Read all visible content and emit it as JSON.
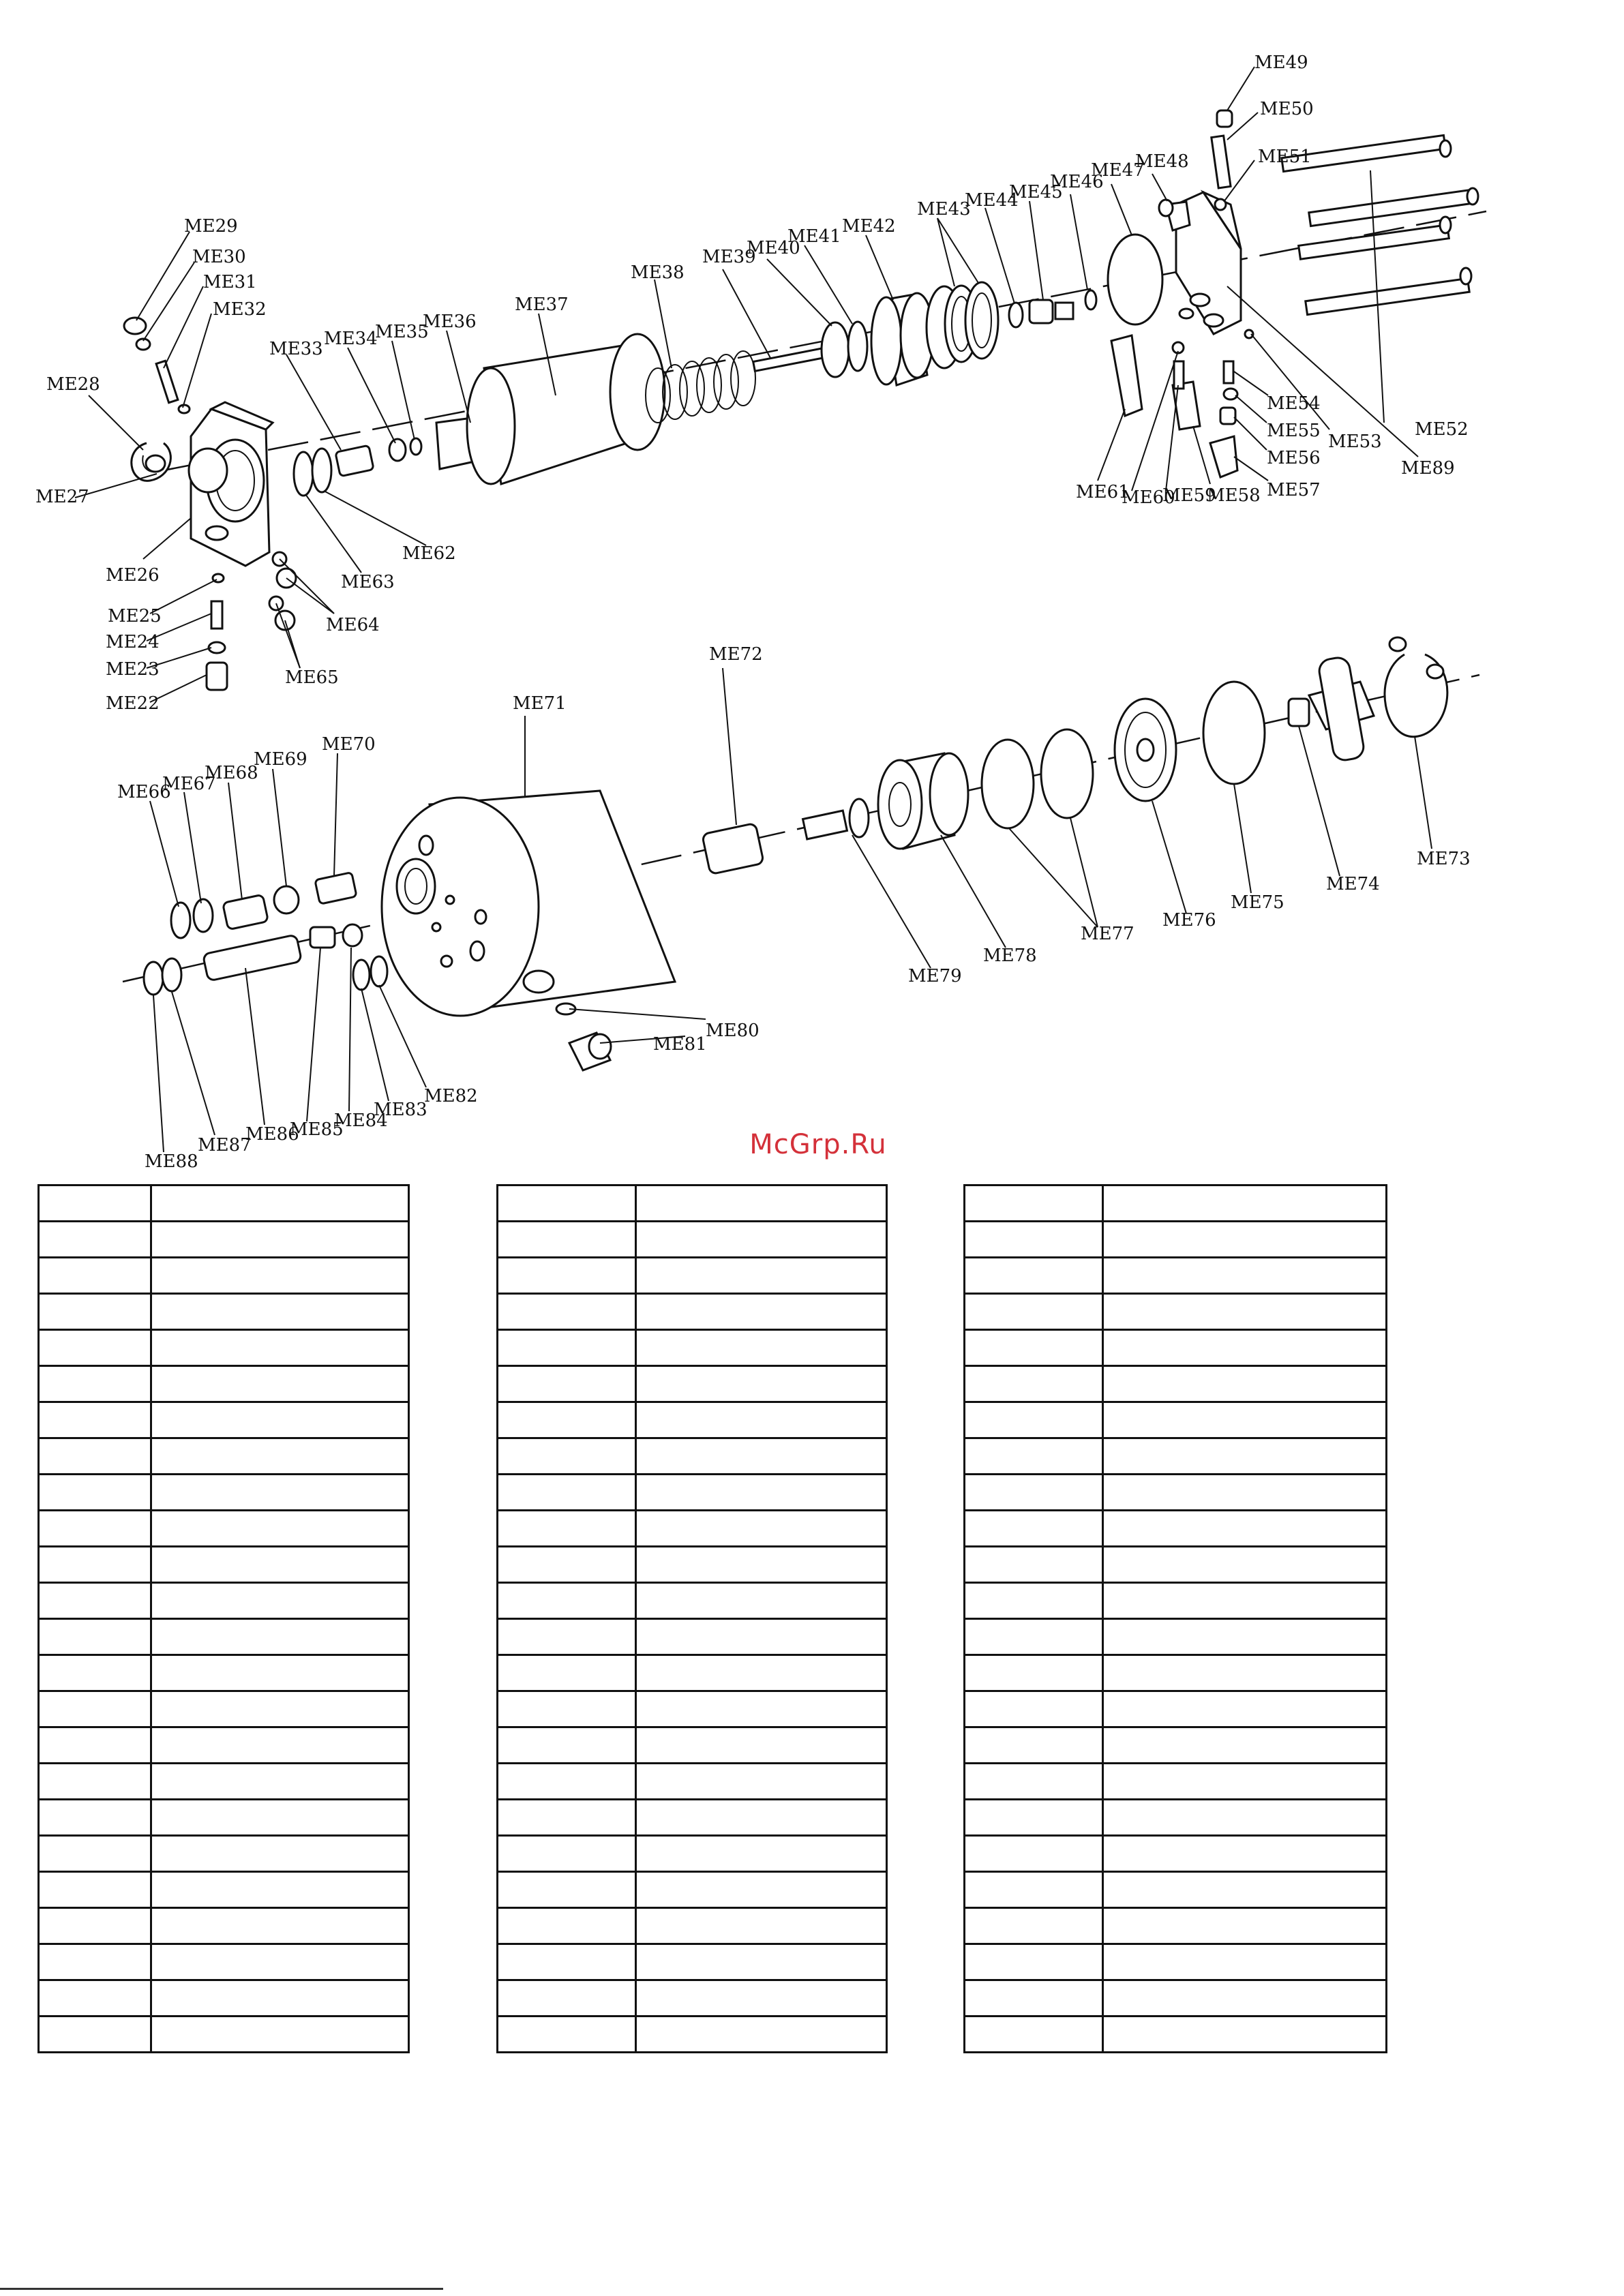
{
  "labels": {
    "ME22": "ME22",
    "ME23": "ME23",
    "ME24": "ME24",
    "ME25": "ME25",
    "ME26": "ME26",
    "ME27": "ME27",
    "ME28": "ME28",
    "ME29": "ME29",
    "ME30": "ME30",
    "ME31": "ME31",
    "ME32": "ME32",
    "ME33": "ME33",
    "ME34": "ME34",
    "ME35": "ME35",
    "ME36": "ME36",
    "ME37": "ME37",
    "ME38": "ME38",
    "ME39": "ME39",
    "ME40": "ME40",
    "ME41": "ME41",
    "ME42": "ME42",
    "ME43": "ME43",
    "ME44": "ME44",
    "ME45": "ME45",
    "ME46": "ME46",
    "ME47": "ME47",
    "ME48": "ME48",
    "ME49": "ME49",
    "ME50": "ME50",
    "ME51": "ME51",
    "ME52": "ME52",
    "ME53": "ME53",
    "ME54": "ME54",
    "ME55": "ME55",
    "ME56": "ME56",
    "ME57": "ME57",
    "ME58": "ME58",
    "ME59": "ME59",
    "ME60": "ME60",
    "ME61": "ME61",
    "ME62": "ME62",
    "ME63": "ME63",
    "ME64": "ME64",
    "ME65": "ME65",
    "ME66": "ME66",
    "ME67": "ME67",
    "ME68": "ME68",
    "ME69": "ME69",
    "ME70": "ME70",
    "ME71": "ME71",
    "ME72": "ME72",
    "ME73": "ME73",
    "ME74": "ME74",
    "ME75": "ME75",
    "ME76": "ME76",
    "ME77": "ME77",
    "ME78": "ME78",
    "ME79": "ME79",
    "ME80": "ME80",
    "ME81": "ME81",
    "ME82": "ME82",
    "ME83": "ME83",
    "ME84": "ME84",
    "ME85": "ME85",
    "ME86": "ME86",
    "ME87": "ME87",
    "ME88": "ME88",
    "ME89": "ME89"
  },
  "watermark": "McGrp.Ru",
  "parts_tables": [
    {
      "rows": 24,
      "columns": 2
    },
    {
      "rows": 24,
      "columns": 2
    },
    {
      "rows": 24,
      "columns": 2
    }
  ]
}
